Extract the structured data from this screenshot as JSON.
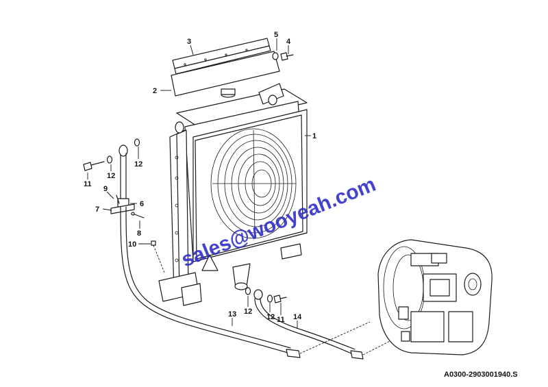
{
  "diagram": {
    "callouts": [
      {
        "id": "c1",
        "label": "1"
      },
      {
        "id": "c2",
        "label": "2"
      },
      {
        "id": "c3",
        "label": "3"
      },
      {
        "id": "c4",
        "label": "4"
      },
      {
        "id": "c5",
        "label": "5"
      },
      {
        "id": "c6",
        "label": "6"
      },
      {
        "id": "c7",
        "label": "7"
      },
      {
        "id": "c8",
        "label": "8"
      },
      {
        "id": "c9",
        "label": "9"
      },
      {
        "id": "c10",
        "label": "10"
      },
      {
        "id": "c11a",
        "label": "11"
      },
      {
        "id": "c11b",
        "label": "11"
      },
      {
        "id": "c12a",
        "label": "12"
      },
      {
        "id": "c12b",
        "label": "12"
      },
      {
        "id": "c12c",
        "label": "12"
      },
      {
        "id": "c12d",
        "label": "12"
      },
      {
        "id": "c13",
        "label": "13"
      },
      {
        "id": "c14",
        "label": "14"
      }
    ],
    "watermark": "sales@wooyeah.com",
    "doc_ref": "A0300-2903001940.S"
  }
}
